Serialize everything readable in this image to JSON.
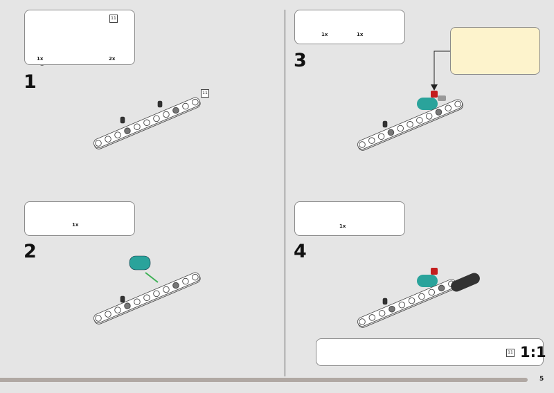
{
  "page_number": "5",
  "steps": [
    {
      "number": "1",
      "parts": [
        {
          "qty": "1x",
          "part": "beam-11"
        },
        {
          "qty": "2x",
          "part": "black-pin"
        }
      ],
      "length_label": "11",
      "callout_length": "11"
    },
    {
      "number": "2",
      "parts": [
        {
          "qty": "1x",
          "part": "teal-connector"
        }
      ]
    },
    {
      "number": "3",
      "parts": [
        {
          "qty": "1x",
          "part": "red-axle"
        },
        {
          "qty": "1x",
          "part": "gray-axle-pin"
        }
      ]
    },
    {
      "number": "4",
      "parts": [
        {
          "qty": "1x",
          "part": "black-connector"
        }
      ]
    }
  ],
  "scale_ruler": {
    "length_label": "11",
    "scale_text": "1:1",
    "holes": 11
  },
  "colors": {
    "background": "#e5e5e5",
    "teal": "#2aa39b",
    "red": "#c41e1e",
    "arrow_green": "#3cb054",
    "callout": "#fdf3cc",
    "footer_bar": "#b0a8a3"
  }
}
